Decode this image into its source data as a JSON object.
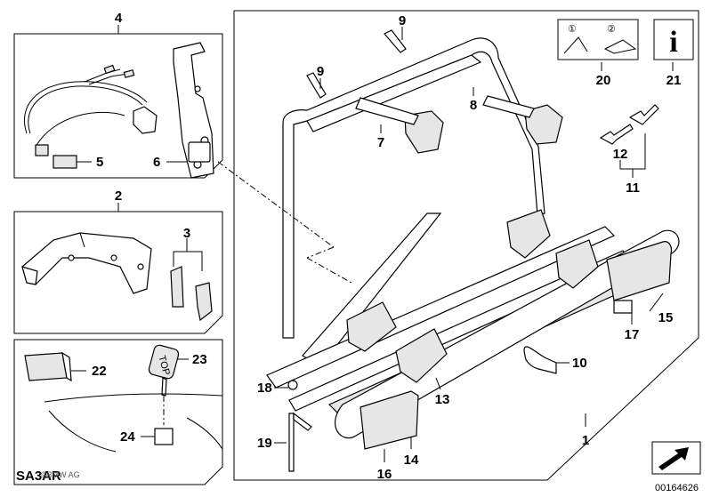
{
  "labels": {
    "l1": "1",
    "l2": "2",
    "l3": "3",
    "l4": "4",
    "l5": "5",
    "l6": "6",
    "l7": "7",
    "l8": "8",
    "l9a": "9",
    "l9b": "9",
    "l10": "10",
    "l11": "11",
    "l12": "12",
    "l13": "13",
    "l14": "14",
    "l15": "15",
    "l16": "16",
    "l17": "17",
    "l18": "18",
    "l19": "19",
    "l20": "20",
    "l21": "21",
    "l22": "22",
    "l23": "23",
    "l24": "24"
  },
  "footer": {
    "code_left": "SA3AR",
    "copyright": "©BMW AG",
    "image_number": "00164626"
  },
  "key_tag_text": "TOP",
  "info_box_glyph": "i",
  "instr_steps": [
    "①",
    "②"
  ]
}
